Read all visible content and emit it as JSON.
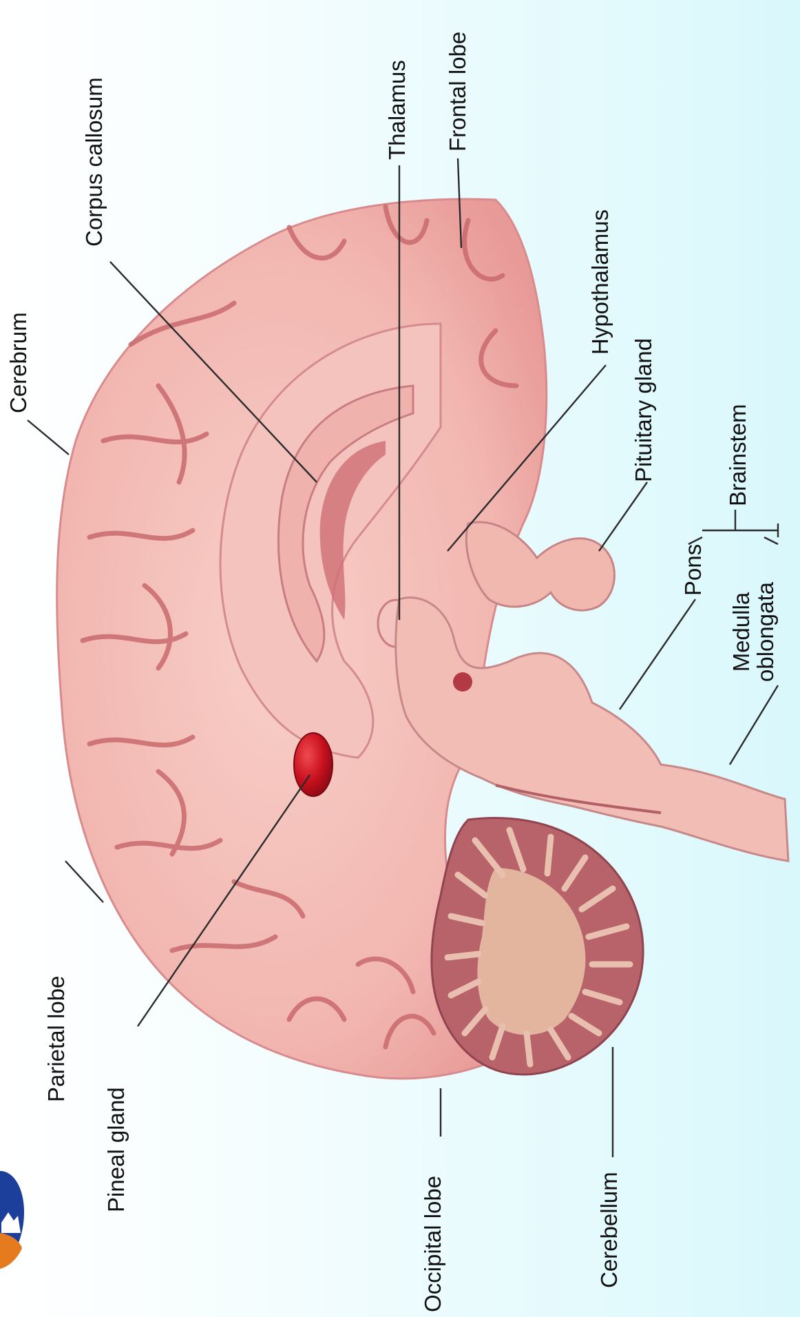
{
  "diagram": {
    "labels": {
      "cerebrum": "Cerebrum",
      "corpus_callosum": "Corpus callosum",
      "thalamus": "Thalamus",
      "frontal_lobe": "Frontal lobe",
      "hypothalamus": "Hypothalamus",
      "pituitary_gland": "Pituitary gland",
      "brainstem": "Brainstem",
      "pons": "Pons",
      "medulla_line1": "Medulla",
      "medulla_line2": "oblongata",
      "parietal_lobe": "Parietal lobe",
      "pineal_gland": "Pineal gland",
      "occipital_lobe": "Occipital lobe",
      "cerebellum": "Cerebellum"
    },
    "colors": {
      "tissue": "#f2b6b0",
      "fold_shadow": "#c96a6e",
      "inner_section": "#f5c3bd",
      "cerebellum_outer": "#b8626a",
      "cerebellum_core": "#e3b59f",
      "pineal": "#c8101e",
      "logo_blue": "#1b3f9a",
      "logo_orange": "#e67a1f"
    }
  }
}
